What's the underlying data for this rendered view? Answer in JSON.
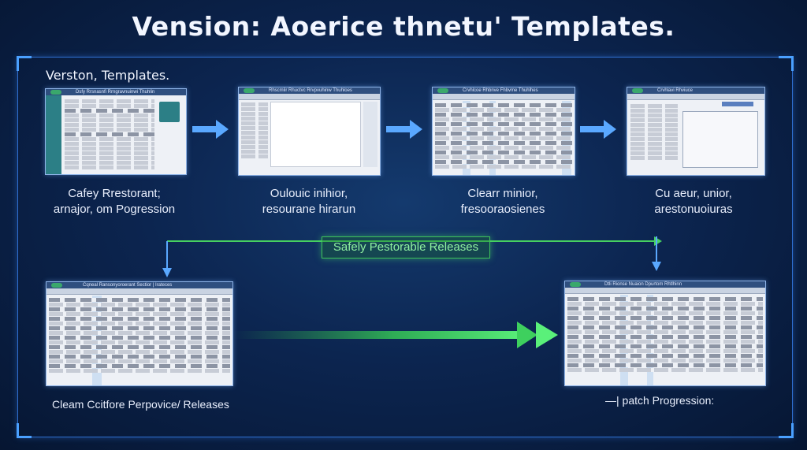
{
  "title": "Vension: Aoerice thnetu' Templates.",
  "section_label": "Verston, Templates.",
  "top_captions": [
    {
      "line1": "Cafey Rrestorant;",
      "line2": "arnajor, om Pogression"
    },
    {
      "line1": "Oulouic inihior,",
      "line2": "resourane hirarun"
    },
    {
      "line1": "Clearr minior,",
      "line2": "fresooraosienes"
    },
    {
      "line1": "Cu aeur, unior,",
      "line2": "arestonuoiuras"
    }
  ],
  "center_label": "Safely Pestorable Releases",
  "bottom_left_caption": "Cleam Ccitfore Perpovice/ Releases",
  "bottom_right_caption": "—| patch Progression:",
  "panel_titles": [
    "Dsfy Rrsnasnfi Rrngravnuinwi Thuhlin",
    "Rhscmlir Rhuctvc Rrvpvuhinw Thuhloes",
    "Crvhlcoe Rhbnve Fhbvme Thuhlhes",
    "Crvhlavi Rhviuce",
    "Cqneal Ransonyoroerant Sectior | Irateces",
    "Dtli Rionse Nuaion Dpurtom Rhtlhinn"
  ],
  "accent": {
    "blue": "#4aa0ff",
    "green": "#3ec25a"
  }
}
